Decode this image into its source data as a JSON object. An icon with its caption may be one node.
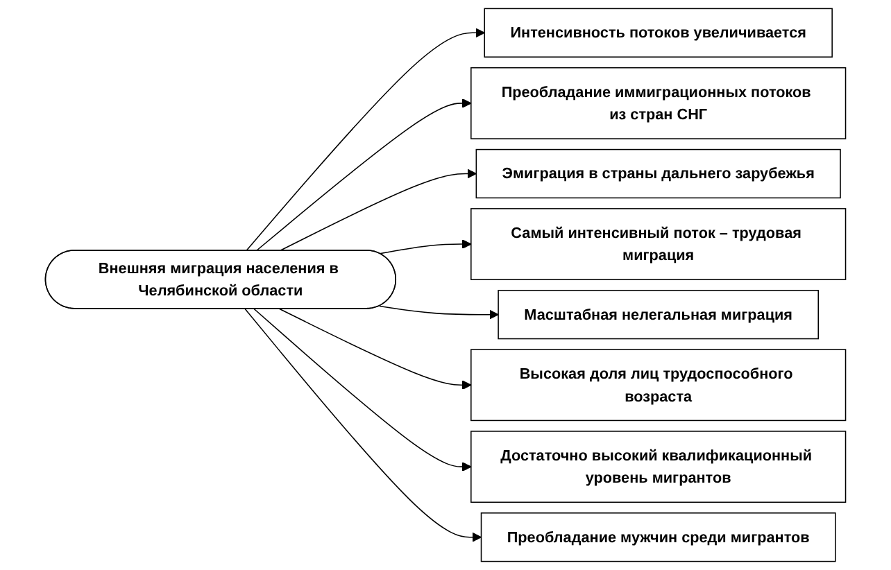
{
  "diagram": {
    "nodes": [
      {
        "text": [
          "Интенсивность потоков увеличивается"
        ]
      },
      {
        "text": [
          "Преобладание иммиграционных потоков из стран СНГ"
        ]
      },
      {
        "text": [
          "Эмиграция в страны дальнего зарубежья"
        ]
      },
      {
        "text": [
          "Самый интенсивный поток – трудовая миграция"
        ]
      },
      {
        "text": [
          "Внешняя миграция населения в Челябинской области"
        ]
      },
      {
        "text": [
          "Масштабная нелегальная миграция"
        ]
      },
      {
        "text": [
          "Высокая доля лиц трудоспособного возраста"
        ]
      },
      {
        "text": [
          "Достаточно высокий квалификационный уровень мигрантов"
        ]
      },
      {
        "text": [
          "Преобладание мужчин среди мигрантов"
        ]
      }
    ],
    "edges": [
      {
        "from": 4,
        "to": 0,
        "arrow": "to"
      },
      {
        "from": 4,
        "to": 1,
        "arrow": "to"
      },
      {
        "from": 4,
        "to": 2,
        "arrow": "to"
      },
      {
        "from": 4,
        "to": 3,
        "arrow": "to"
      },
      {
        "from": 4,
        "to": 5,
        "arrow": "to"
      },
      {
        "from": 4,
        "to": 6,
        "arrow": "to"
      },
      {
        "from": 4,
        "to": 7,
        "arrow": "to"
      },
      {
        "from": 4,
        "to": 8,
        "arrow": "to"
      }
    ]
  }
}
